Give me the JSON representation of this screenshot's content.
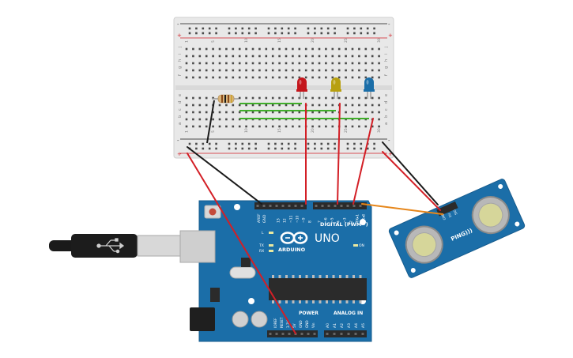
{
  "arduino": {
    "brand": "ARDUINO",
    "model": "UNO",
    "digital_label": "DIGITAL (PWM~)",
    "analog_label": "ANALOG IN",
    "power_label": "POWER",
    "on_label": "ON",
    "tx_label": "TX",
    "rx_label": "RX",
    "l_label": "L",
    "aref_label": "AREF",
    "gnd_label": "GND",
    "digital_pins": [
      "13",
      "12",
      "~11",
      "~10",
      "~9",
      "8",
      "7",
      "~6",
      "~5",
      "4",
      "~3",
      "2",
      "TX▸1",
      "RX◂0"
    ],
    "power_pins": [
      "IOREF",
      "RESET",
      "3.3V",
      "5V",
      "GND",
      "GND",
      "Vin"
    ],
    "analog_pins": [
      "A0",
      "A1",
      "A2",
      "A3",
      "A4",
      "A5"
    ],
    "board_color": "#1b6ea8",
    "header_color": "#2b2b2b"
  },
  "breadboard": {
    "row_letters": [
      "j",
      "i",
      "h",
      "g",
      "f",
      "e",
      "d",
      "c",
      "b",
      "a"
    ],
    "column_numbers": [
      "1",
      "5",
      "10",
      "15",
      "20",
      "25",
      "30"
    ],
    "plus_label": "+",
    "minus_label": "-",
    "body_color": "#e8e8e8"
  },
  "leds": [
    {
      "color_name": "red",
      "color": "#c4161c"
    },
    {
      "color_name": "yellow",
      "color": "#b8a010"
    },
    {
      "color_name": "blue",
      "color": "#1b6ea8"
    }
  ],
  "sensor": {
    "label": "PING)))",
    "pins": [
      "GND",
      "5V",
      "SIG"
    ],
    "body_color": "#1b6ea8"
  },
  "wire_colors": {
    "red": "#d31f26",
    "black": "#1a1a1a",
    "green": "#3fae29",
    "orange": "#e6861a"
  }
}
